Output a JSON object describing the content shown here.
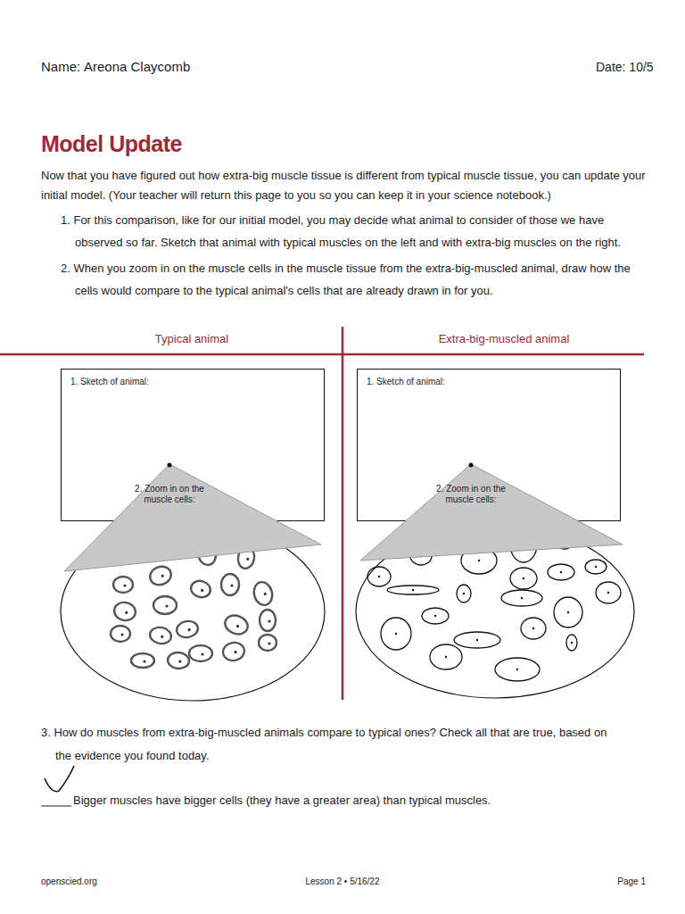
{
  "diagram": {
    "title": "Model Update",
    "nodes": [
      {
        "text": [
          "1. Sketch of animal:"
        ]
      },
      {
        "text": [
          "2. Zoom in on the muscle cells:"
        ]
      },
      {
        "text": [
          "1. Sketch of animal:"
        ]
      },
      {
        "text": [
          "2. Zoom in on the muscle cells:"
        ]
      }
    ],
    "labels": [
      "Name:",
      "Areona Claycomb",
      "Date: 10/5",
      "Now that you have figured out how extra-big muscle tissue is different from typical muscle tissue, you can update your initial model. (Your teacher will return this page to you so you can keep it in your science notebook.)",
      "1. For this comparison, like for our initial model, you may decide what animal to consider of those we have observed so far. Sketch that animal with typical muscles on the left and with extra-big muscles on the right.",
      "2. When you zoom in on the muscle cells in the muscle tissue from the extra-big-muscled animal, draw how the cells would compare to the typical animal's cells that are already drawn in for you.",
      "Typical animal",
      "Extra-big-muscled animal",
      "3. How do muscles from extra-big-muscled animals compare to typical ones? Check all that are true, based on the evidence you found today.",
      "Bigger muscles have bigger cells (they have a greater area) than typical muscles.",
      "openscied.org",
      "Lesson 2 • 5/16/22",
      "Page 1"
    ]
  }
}
